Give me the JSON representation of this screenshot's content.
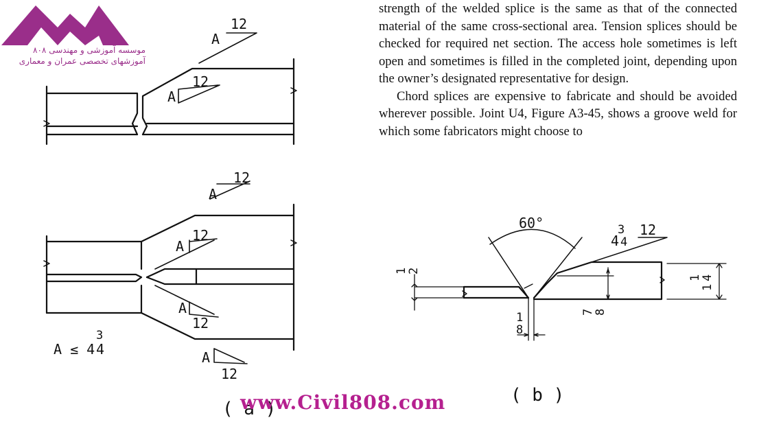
{
  "logo": {
    "line1": "موسسه آموزشی و مهندسی ۸۰۸",
    "line2": "آموزشهای تخصصی عمران و معماری",
    "color": "#9a2e8a"
  },
  "body": {
    "para1": "strength of the welded splice is the same as that of the connected material of the same cross-sectional area. Tension splices should be checked for required net section. The access hole sometimes is left open and sometimes is filled in the completed joint, depending upon the owner’s designated representative for design.",
    "para2": "Chord splices are expensive to fabricate and should be avoided wherever possible. Joint U4, Figure A3-45, shows a groove weld for which some fabricators might choose to"
  },
  "figure_a": {
    "slope_run": "12",
    "slope_rise": "A",
    "limit_lhs": "A ≤ 4",
    "limit_den": "4",
    "limit_num": "3",
    "caption": "( a )"
  },
  "figure_b": {
    "angle": "60°",
    "slope_run": "12",
    "slope_whole": "4",
    "slope_num": "3",
    "slope_den": "4",
    "dim_left_num": "1",
    "dim_left_den": "2",
    "dim_gap_num": "1",
    "dim_gap_den": "8",
    "dim_root_num": "7",
    "dim_root_den": "8",
    "dim_right_num": "1",
    "dim_right_whole": "1",
    "dim_right_den": "4",
    "caption": "( b )"
  },
  "watermark": {
    "text": "www.Civil808.com",
    "color": "#b5208f"
  }
}
